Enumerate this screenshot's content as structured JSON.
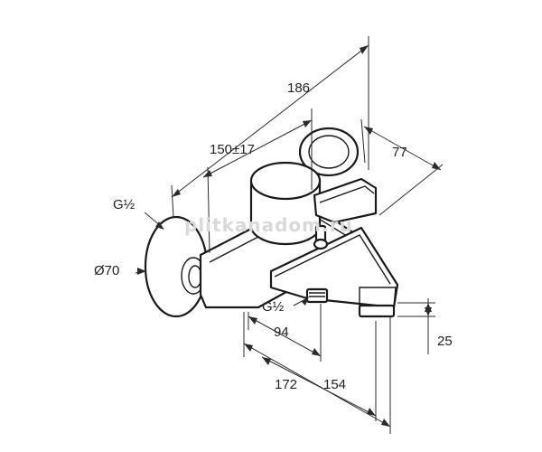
{
  "dimensions": {
    "overall_width": "186",
    "projection_range": "150±17",
    "lever_depth": "77",
    "inlet_thread": "G½",
    "rosette_diameter": "Ø70",
    "outlet_thread": "G½",
    "outlet_offset": "94",
    "spout_height": "25",
    "total_length": "172",
    "spout_reach": "154"
  },
  "watermark": "plitkanadom.ru",
  "colors": {
    "line": "#1a1a1a",
    "dimension": "#2a2a2a",
    "watermark": "#d9d9d9"
  }
}
